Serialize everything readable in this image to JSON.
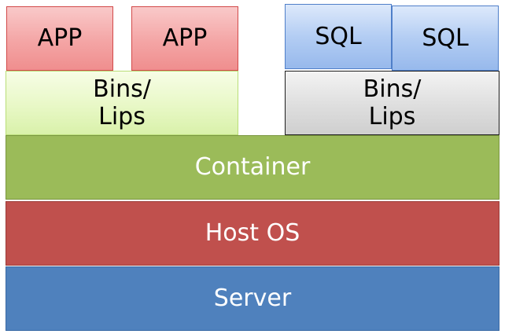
{
  "apps": [
    {
      "label": "APP"
    },
    {
      "label": "APP"
    }
  ],
  "sqls": [
    {
      "label": "SQL"
    },
    {
      "label": "SQL"
    }
  ],
  "bins_left": {
    "line1": "Bins/",
    "line2": "Lips"
  },
  "bins_right": {
    "line1": "Bins/",
    "line2": "Lips"
  },
  "layers": {
    "container": "Container",
    "host_os": "Host OS",
    "server": "Server"
  },
  "colors": {
    "app_fill": "#f4a5a5",
    "app_border": "#d24a4a",
    "sql_fill": "#b3cdf3",
    "sql_border": "#4f7fc9",
    "bins_left_fill": "#e8f8c6",
    "bins_right_fill": "#dedede",
    "container": "#9bbb59",
    "host_os": "#c0504d",
    "server": "#4f81bd"
  }
}
